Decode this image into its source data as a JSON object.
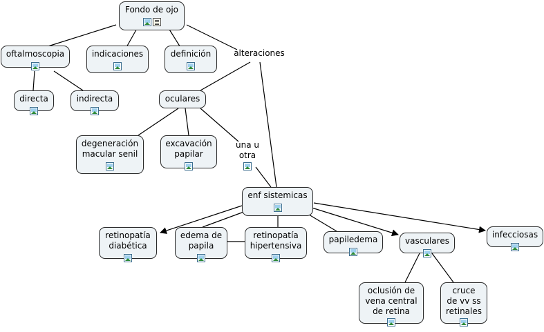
{
  "nodes": {
    "fondo": {
      "label": "Fondo de ojo",
      "icons": [
        "image-icon",
        "document-icon"
      ]
    },
    "oftalmoscopia": {
      "label": "oftalmoscopia",
      "icons": [
        "image-icon"
      ]
    },
    "indicaciones": {
      "label": "indicaciones",
      "icons": [
        "image-icon"
      ]
    },
    "definicion": {
      "label": "definición",
      "icons": [
        "image-icon"
      ]
    },
    "alteraciones": {
      "label": "alteraciones",
      "icons": []
    },
    "directa": {
      "label": "directa",
      "icons": [
        "image-icon"
      ]
    },
    "indirecta": {
      "label": "indirecta",
      "icons": [
        "image-icon"
      ]
    },
    "oculares": {
      "label": "oculares",
      "icons": []
    },
    "degeneracion": {
      "label": "degeneración\nmacular senil",
      "icons": [
        "image-icon"
      ]
    },
    "excavacion": {
      "label": "excavación\npapilar",
      "icons": [
        "image-icon"
      ]
    },
    "unaotra": {
      "label": "una u\notra",
      "icons": [
        "image-icon"
      ]
    },
    "enf": {
      "label": "enf sistemicas",
      "icons": [
        "image-icon"
      ]
    },
    "diabetica": {
      "label": "retinopatía\ndiabética",
      "icons": [
        "image-icon"
      ]
    },
    "edema": {
      "label": "edema de\npapila",
      "icons": [
        "image-icon"
      ]
    },
    "hipertensiva": {
      "label": "retinopatía\nhipertensiva",
      "icons": [
        "image-icon"
      ]
    },
    "papiledema": {
      "label": "papiledema",
      "icons": [
        "image-icon"
      ]
    },
    "vasculares": {
      "label": "vasculares",
      "icons": [
        "image-icon"
      ]
    },
    "infecciosas": {
      "label": "infecciosas",
      "icons": [
        "image-icon"
      ]
    },
    "oclusion": {
      "label": "oclusión de\nvena central\nde retina",
      "icons": [
        "image-icon"
      ]
    },
    "cruce": {
      "label": "cruce\nde vv ss\nretinales",
      "icons": [
        "image-icon"
      ]
    }
  },
  "edges": [
    {
      "from": "fondo",
      "to": "oftalmoscopia",
      "arrow": false
    },
    {
      "from": "fondo",
      "to": "indicaciones",
      "arrow": false
    },
    {
      "from": "fondo",
      "to": "definicion",
      "arrow": false
    },
    {
      "from": "fondo",
      "to": "alteraciones",
      "arrow": false
    },
    {
      "from": "oftalmoscopia",
      "to": "directa",
      "arrow": false
    },
    {
      "from": "oftalmoscopia",
      "to": "indirecta",
      "arrow": false
    },
    {
      "from": "alteraciones",
      "to": "oculares",
      "arrow": false
    },
    {
      "from": "alteraciones",
      "to": "enf",
      "arrow": false
    },
    {
      "from": "oculares",
      "to": "degeneracion",
      "arrow": false
    },
    {
      "from": "oculares",
      "to": "excavacion",
      "arrow": false
    },
    {
      "from": "oculares",
      "to": "unaotra",
      "arrow": false
    },
    {
      "from": "unaotra",
      "to": "enf",
      "arrow": false
    },
    {
      "from": "enf",
      "to": "diabetica",
      "arrow": true
    },
    {
      "from": "enf",
      "to": "edema",
      "arrow": false
    },
    {
      "from": "enf",
      "to": "hipertensiva",
      "arrow": false
    },
    {
      "from": "enf",
      "to": "papiledema",
      "arrow": false
    },
    {
      "from": "enf",
      "to": "vasculares",
      "arrow": true
    },
    {
      "from": "enf",
      "to": "infecciosas",
      "arrow": true
    },
    {
      "from": "edema",
      "to": "hipertensiva",
      "arrow": false
    },
    {
      "from": "vasculares",
      "to": "oclusion",
      "arrow": false
    },
    {
      "from": "vasculares",
      "to": "cruce",
      "arrow": false
    }
  ]
}
